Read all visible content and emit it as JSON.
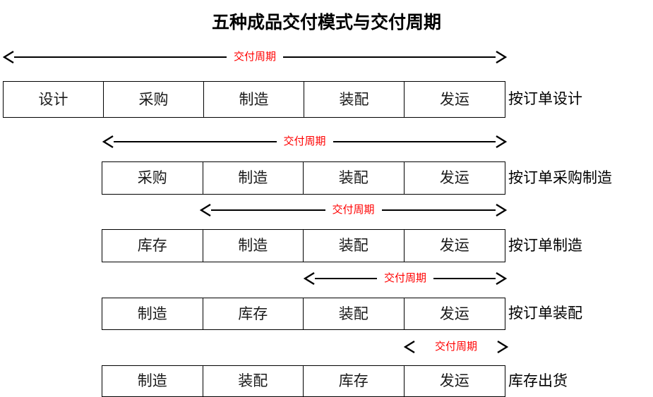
{
  "title": "五种成品交付模式与交付周期",
  "lead_time_label": "交付周期",
  "colors": {
    "lead_time_text": "#ff0000",
    "box_border": "#000000",
    "text": "#000000",
    "background": "#ffffff"
  },
  "rows": [
    {
      "mode": "按订单设计",
      "stages": [
        "设计",
        "采购",
        "制造",
        "装配",
        "发运"
      ],
      "lead_time": "交付周期",
      "arrow_style": "long"
    },
    {
      "mode": "按订单采购制造",
      "stages": [
        "采购",
        "制造",
        "装配",
        "发运"
      ],
      "lead_time": "交付周期",
      "arrow_style": "long"
    },
    {
      "mode": "按订单制造",
      "stages": [
        "库存",
        "制造",
        "装配",
        "发运"
      ],
      "lead_time": "交付周期",
      "arrow_style": "long"
    },
    {
      "mode": "按订单装配",
      "stages": [
        "制造",
        "库存",
        "装配",
        "发运"
      ],
      "lead_time": "交付周期",
      "arrow_style": "long"
    },
    {
      "mode": "库存出货",
      "stages": [
        "制造",
        "装配",
        "库存",
        "发运"
      ],
      "lead_time": "交付周期",
      "arrow_style": "short"
    }
  ]
}
